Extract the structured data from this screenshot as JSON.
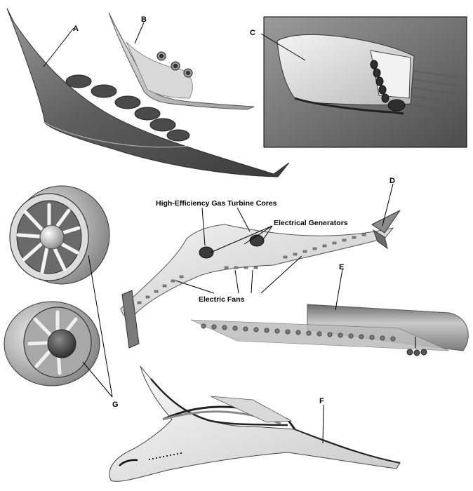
{
  "labels": {
    "A": "A",
    "B": "B",
    "C": "C",
    "D": "D",
    "E": "E",
    "F": "F",
    "G": "G"
  },
  "callouts": {
    "gas_turbine_cores": "High-Efficiency Gas Turbine Cores",
    "electrical_generators": "Electrical Generators",
    "electric_fans": "Electric Fans"
  }
}
